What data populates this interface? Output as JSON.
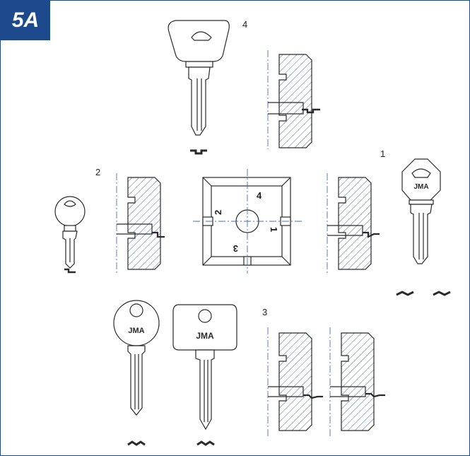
{
  "section_badge": "5A",
  "callouts": {
    "n1": "1",
    "n2": "2",
    "n3": "3",
    "n4": "4"
  },
  "square_labels": {
    "top": "4",
    "left": "2",
    "right": "1",
    "bottom": "3"
  },
  "brand": "JMA",
  "colors": {
    "badge": "#1c4a8c",
    "section_line": "#1c4a8c",
    "ink": "#2a2a2a",
    "centerline": "#4a6fb0"
  }
}
